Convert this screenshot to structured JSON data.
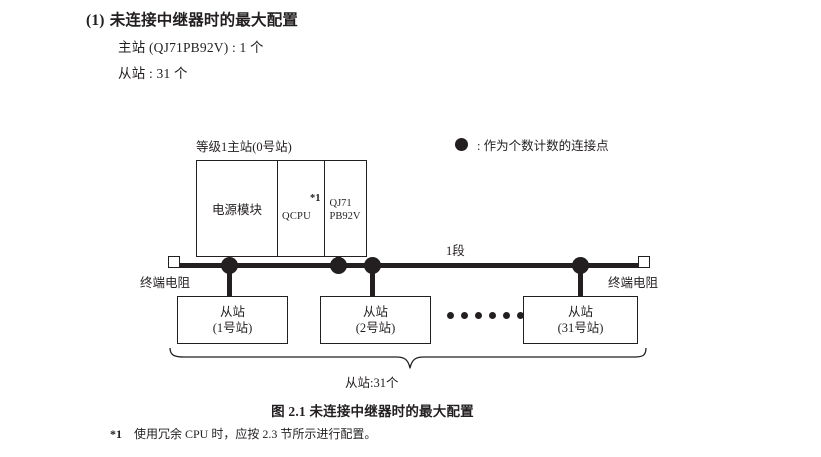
{
  "heading": {
    "number": "(1)",
    "text": "未连接中继器时的最大配置"
  },
  "specs": {
    "master": "主站 (QJ71PB92V) : 1 个",
    "slave": "从站 : 31 个"
  },
  "legend": {
    "symbol": "filled-circle",
    "text": ": 作为个数计数的连接点"
  },
  "diagram": {
    "rack_label": "等级1主站(0号站)",
    "rack_cells": [
      {
        "name": "power-module",
        "label": "电源模块"
      },
      {
        "name": "qcpu",
        "label": "QCPU",
        "footnote_mark": "*1"
      },
      {
        "name": "master-module",
        "line1": "QJ71",
        "line2": "PB92V"
      }
    ],
    "segment_label": "1段",
    "terminator_left": "终端电阻",
    "terminator_right": "终端电阻",
    "slaves": [
      {
        "title": "从站",
        "station": "(1号站)"
      },
      {
        "title": "从站",
        "station": "(2号站)"
      },
      {
        "title": "从站",
        "station": "(31号站)"
      }
    ],
    "ellipsis_count": 6,
    "brace_label": "从站:31个"
  },
  "caption": "图 2.1  未连接中继器时的最大配置",
  "footnote": {
    "mark": "*1",
    "text": "使用冗余 CPU 时，应按 2.3 节所示进行配置。"
  },
  "colors": {
    "ink": "#231f20",
    "background": "#ffffff"
  }
}
